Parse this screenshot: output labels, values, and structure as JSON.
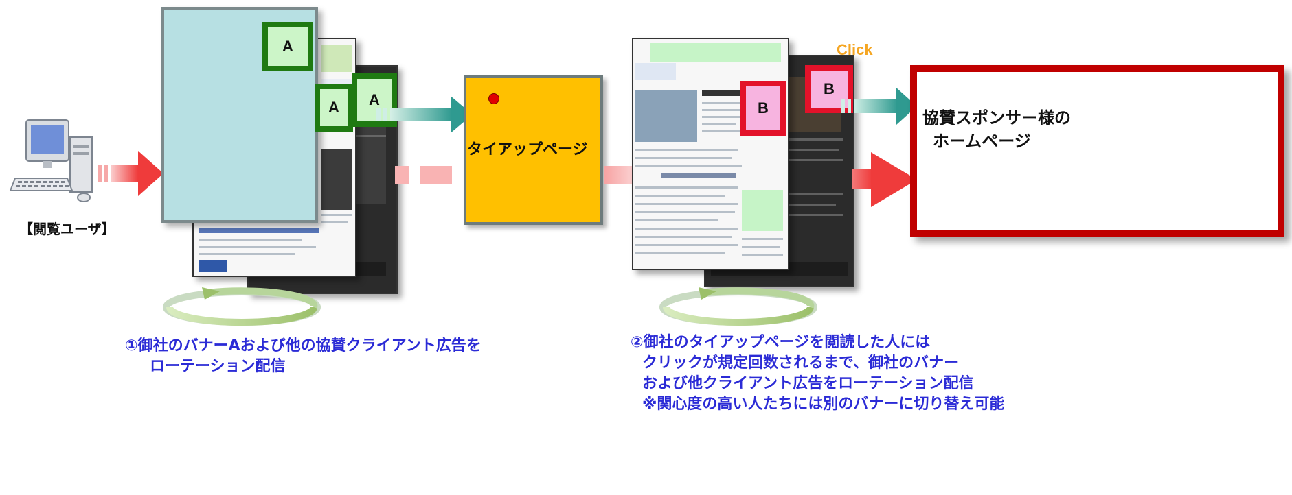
{
  "user_label": "【閲覧ユーザ】",
  "banner_a_label": "A",
  "banner_b_label": "B",
  "tieup_page_label": "タイアップページ",
  "click_label": "Click",
  "sponsor_lines": [
    "協賛スポンサー様の",
    "ホームページ"
  ],
  "caption1_lines": [
    "①御社のバナーAおよび他の協賛クライアント広告を",
    "ローテーション配信"
  ],
  "caption2_lines": [
    "②御社のタイアップページを閲読した人には",
    "クリックが規定回数されるまで、御社のバナー",
    "および他クライアント広告をローテーション配信",
    "※関心度の高い人たちには別のバナーに切り替え可能"
  ],
  "colors": {
    "banner_a_border": "#1f7a12",
    "banner_b_border": "#e3122a",
    "tieup_fill": "#ffc000",
    "sponsor_border": "#c00000",
    "caption_text": "#2b2bd6",
    "click_text": "#f5a623"
  }
}
